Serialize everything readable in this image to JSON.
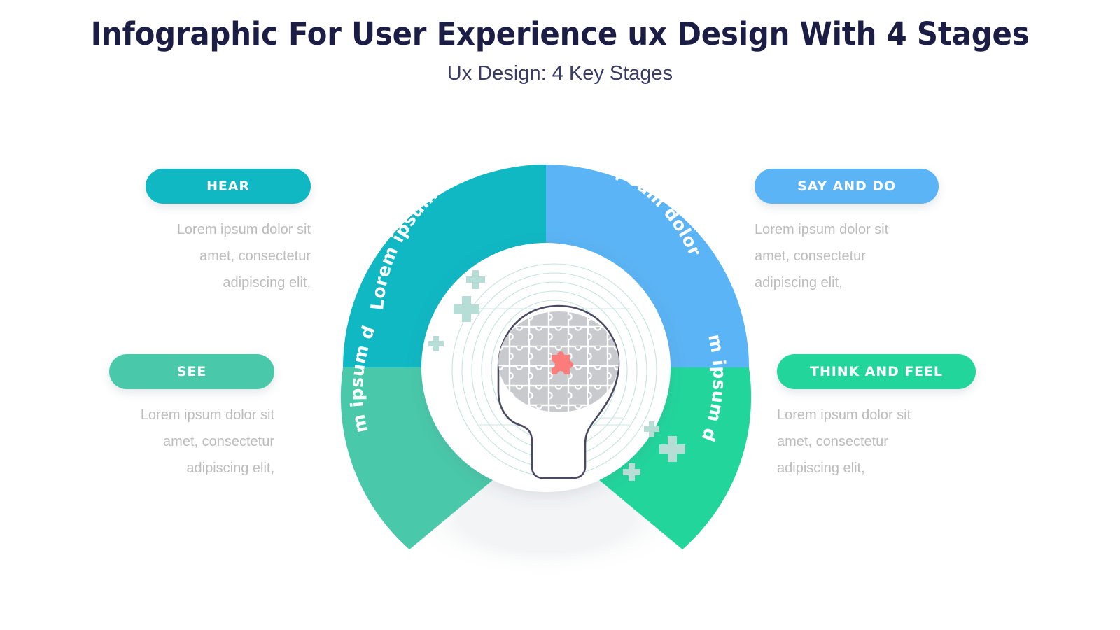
{
  "header": {
    "title": "Infographic For User Experience ux Design With 4 Stages",
    "subtitle": "Ux Design: 4 Key Stages"
  },
  "colors": {
    "title_navy": "#1b1d45",
    "subtitle_navy": "#3a3c63",
    "body_gray": "#bcbcbc",
    "hear_teal": "#10b8c3",
    "say_blue": "#5bb4f5",
    "see_green": "#4ac9aa",
    "think_green": "#22d69b",
    "puzzle_gray": "#c9cace",
    "puzzle_highlight": "#fc7c7c",
    "head_outline": "#4a4a63",
    "ring_teal": "#bfe2dd",
    "plus_mint": "#b6ded6",
    "background": "#ffffff"
  },
  "stages": [
    {
      "key": "hear",
      "label": "HEAR",
      "pill_color": "#10b8c3",
      "pill_width": 236,
      "segment_text": "Lorem ipsum dolor",
      "description": "Lorem ipsum dolor sit amet, consectetur adipiscing elit,"
    },
    {
      "key": "say-and-do",
      "label": "SAY AND DO",
      "pill_color": "#5bb4f5",
      "pill_width": 263,
      "segment_text": "Lorem ipsum dolor",
      "description": "Lorem ipsum dolor sit amet, consectetur adipiscing elit,"
    },
    {
      "key": "see",
      "label": "SEE",
      "pill_color": "#4ac9aa",
      "pill_width": 236,
      "segment_text": "Lorem ipsum dolor",
      "description": "Lorem ipsum dolor sit amet, consectetur adipiscing elit,"
    },
    {
      "key": "think-and-feel",
      "label": "THINK AND FEEL",
      "pill_color": "#22d69b",
      "pill_width": 284,
      "segment_text": "Lorem ipsum dolor",
      "description": "Lorem ipsum dolor sit amet, consectetur adipiscing elit,"
    }
  ],
  "chart_data": {
    "type": "pie",
    "title": "Ux Design: 4 Key Stages",
    "stage_count": 4,
    "categories": [
      "HEAR",
      "SAY AND DO",
      "THINK AND FEEL",
      "SEE"
    ],
    "values": [
      25,
      25,
      25,
      25
    ],
    "colors": [
      "#10b8c3",
      "#5bb4f5",
      "#22d69b",
      "#4ac9aa"
    ],
    "segment_labels": [
      "Lorem ipsum dolor",
      "Lorem ipsum dolor",
      "Lorem ipsum dolor",
      "Lorem ipsum dolor"
    ],
    "angles_deg": [
      {
        "category": "HEAR",
        "start": 180,
        "end": 270
      },
      {
        "category": "SAY AND DO",
        "start": 270,
        "end": 360
      },
      {
        "category": "THINK AND FEEL",
        "start": 0,
        "end": 90
      },
      {
        "category": "SEE",
        "start": 90,
        "end": 180
      }
    ],
    "inner_radius": 177,
    "outer_radius": 290,
    "legend": "right-and-left labels",
    "grid": false
  },
  "center_icon": {
    "name": "head-with-puzzle-brain",
    "puzzle_piece_highlight_color": "#fc7c7c",
    "ring_count": 8,
    "plus_count": 8
  }
}
